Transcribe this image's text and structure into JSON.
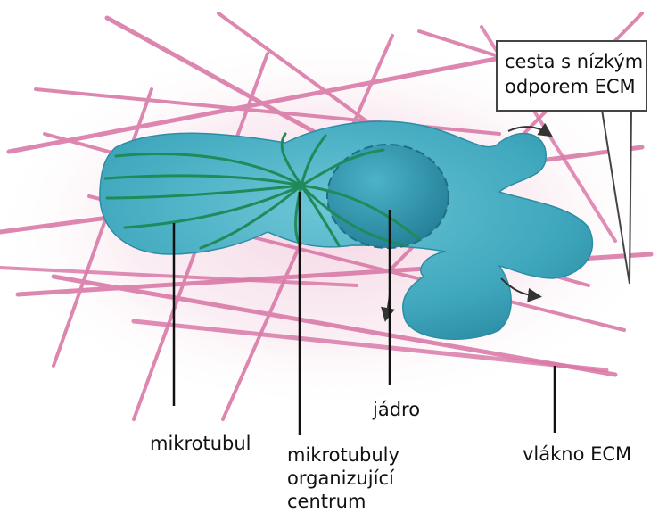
{
  "labels": {
    "microtubule": "mikrotubul",
    "mtoc": [
      "mikrotubuly",
      "organizující",
      "centrum"
    ],
    "nucleus": "jádro",
    "ecm_fiber": "vlákno ECM",
    "low_resistance_path": [
      "cesta s nízkým",
      "odporem ECM"
    ]
  },
  "colors": {
    "ecm_fiber": "#d97aa8",
    "cell_body": "#3fa7bd",
    "nucleus": "#2d92aa",
    "microtubule": "#1f8a5a",
    "leader_line": "#111111"
  }
}
